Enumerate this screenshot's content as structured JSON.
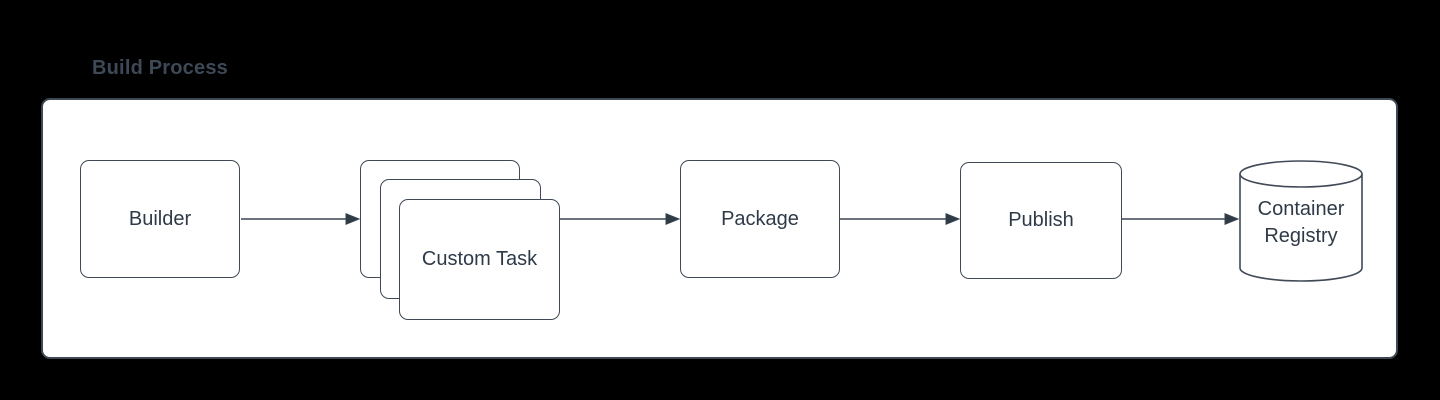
{
  "title": "Build Process",
  "colors": {
    "background": "#000000",
    "panel_fill": "#ffffff",
    "stroke": "#404a56",
    "node_text": "#2f3a48",
    "title_text": "#3d4956"
  },
  "diagram": {
    "nodes": [
      {
        "id": "builder",
        "label": "Builder",
        "shape": "rounded-rect"
      },
      {
        "id": "custom-task",
        "label": "Custom Task",
        "shape": "stacked-rects",
        "stack_count": 3
      },
      {
        "id": "package",
        "label": "Package",
        "shape": "rounded-rect"
      },
      {
        "id": "publish",
        "label": "Publish",
        "shape": "rounded-rect"
      },
      {
        "id": "container-registry",
        "label": "Container Registry",
        "shape": "cylinder"
      }
    ],
    "edges": [
      {
        "from": "builder",
        "to": "custom-task"
      },
      {
        "from": "custom-task",
        "to": "package"
      },
      {
        "from": "package",
        "to": "publish"
      },
      {
        "from": "publish",
        "to": "container-registry"
      }
    ]
  }
}
